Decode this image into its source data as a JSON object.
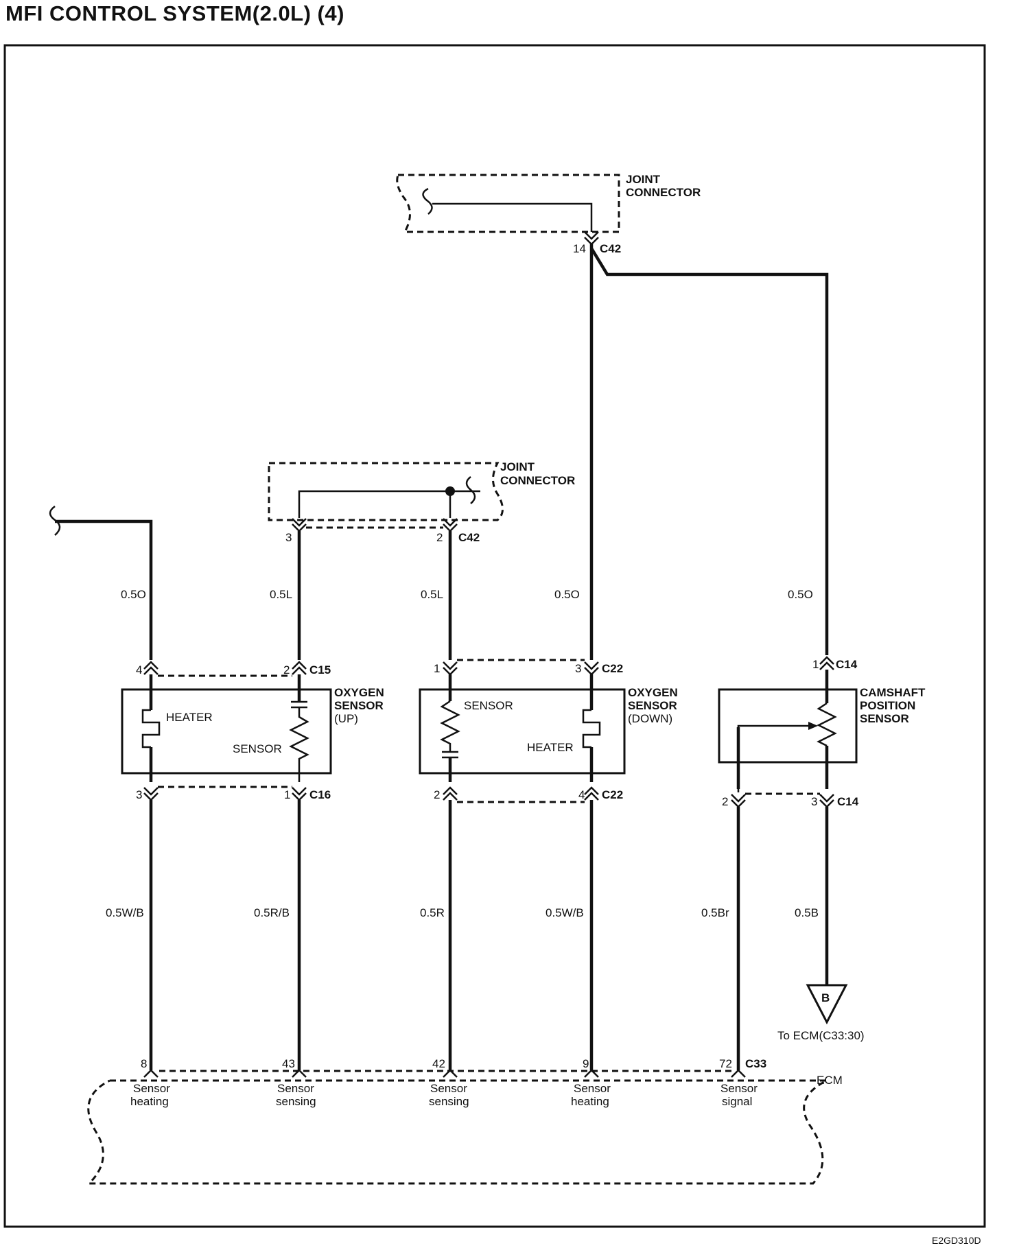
{
  "title": "MFI CONTROL SYSTEM(2.0L) (4)",
  "figure_code": "E2GD310D",
  "joint_connector_top": {
    "label_1": "JOINT",
    "label_2": "CONNECTOR",
    "connector": "C42",
    "pin": "14"
  },
  "joint_connector_mid": {
    "label_1": "JOINT",
    "label_2": "CONNECTOR",
    "connector": "C42",
    "pin_left": "3",
    "pin_right": "2"
  },
  "oxygen_sensor_up": {
    "label_1": "OXYGEN",
    "label_2": "SENSOR",
    "label_3": "(UP)",
    "heater": "HEATER",
    "sensor": "SENSOR",
    "top_connector": "C15",
    "top_pin_left": "4",
    "top_pin_right": "2",
    "bottom_connector": "C16",
    "bottom_pin_left": "3",
    "bottom_pin_right": "1"
  },
  "oxygen_sensor_down": {
    "label_1": "OXYGEN",
    "label_2": "SENSOR",
    "label_3": "(DOWN)",
    "heater": "HEATER",
    "sensor": "SENSOR",
    "top_connector": "C22",
    "top_pin_left": "1",
    "top_pin_right": "3",
    "bottom_connector": "C22",
    "bottom_pin_left": "2",
    "bottom_pin_right": "4"
  },
  "camshaft_sensor": {
    "label_1": "CAMSHAFT",
    "label_2": "POSITION",
    "label_3": "SENSOR",
    "top_connector": "C14",
    "top_pin": "1",
    "bottom_connector": "C14",
    "bottom_pin_left": "2",
    "bottom_pin_right": "3"
  },
  "wires_upper": [
    "0.5O",
    "0.5L",
    "0.5L",
    "0.5O",
    "0.5O"
  ],
  "wires_lower": [
    "0.5W/B",
    "0.5R/B",
    "0.5R",
    "0.5W/B",
    "0.5Br",
    "0.5B"
  ],
  "ground_ref": {
    "symbol": "B",
    "caption": "To ECM(C33:30)"
  },
  "ecm": {
    "label": "ECM",
    "connector": "C33",
    "terminals": [
      {
        "pin": "8",
        "line1": "Sensor",
        "line2": "heating"
      },
      {
        "pin": "43",
        "line1": "Sensor",
        "line2": "sensing"
      },
      {
        "pin": "42",
        "line1": "Sensor",
        "line2": "sensing"
      },
      {
        "pin": "9",
        "line1": "Sensor",
        "line2": "heating"
      },
      {
        "pin": "72",
        "line1": "Sensor",
        "line2": "signal"
      }
    ]
  }
}
